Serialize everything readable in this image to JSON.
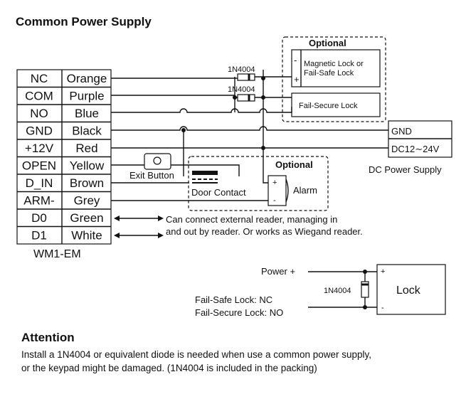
{
  "title": "Common Power Supply",
  "device_label": "WM1-EM",
  "terminals": [
    {
      "name": "NC",
      "color": "Orange"
    },
    {
      "name": "COM",
      "color": "Purple"
    },
    {
      "name": "NO",
      "color": "Blue"
    },
    {
      "name": "GND",
      "color": "Black"
    },
    {
      "name": "+12V",
      "color": "Red"
    },
    {
      "name": "OPEN",
      "color": "Yellow"
    },
    {
      "name": "D_IN",
      "color": "Brown"
    },
    {
      "name": "ARM-",
      "color": "Grey"
    },
    {
      "name": "D0",
      "color": "Green"
    },
    {
      "name": "D1",
      "color": "White"
    }
  ],
  "optional_top": {
    "label": "Optional",
    "magnetic_lock_line1": "Magnetic Lock or",
    "magnetic_lock_line2": "Fail-Safe Lock",
    "fail_secure_lock": "Fail-Secure Lock",
    "minus": "-",
    "plus": "+"
  },
  "diodes": {
    "label1": "1N4004",
    "label2": "1N4004"
  },
  "power_supply": {
    "gnd": "GND",
    "dc": "DC12∼24V",
    "label": "DC Power Supply"
  },
  "exit_button": "Exit Button",
  "optional_mid": {
    "label": "Optional",
    "door_contact": "Door Contact",
    "alarm": "Alarm",
    "plus": "+",
    "minus": "-"
  },
  "reader_note": {
    "line1": "Can connect external reader, managing in",
    "line2": "and out by reader. Or works as Wiegand reader."
  },
  "lock_detail": {
    "power": "Power +",
    "diode": "1N4004",
    "lock": "Lock",
    "fail_safe": "Fail-Safe Lock: NC",
    "fail_secure": "Fail-Secure Lock: NO",
    "plus": "+",
    "minus": "-"
  },
  "attention": {
    "title": "Attention",
    "line1": "Install a 1N4004 or equivalent diode is needed when use a common power supply,",
    "line2": "or the keypad might be damaged. (1N4004 is included in the packing)"
  }
}
